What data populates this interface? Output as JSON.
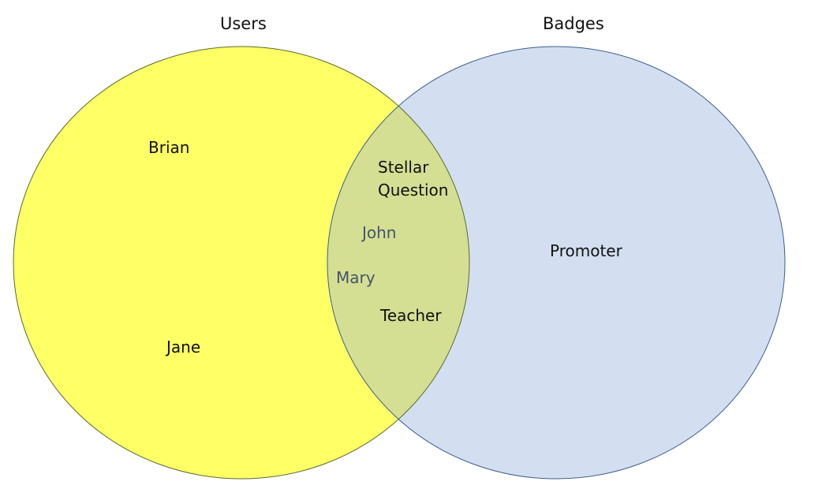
{
  "diagram": {
    "type": "venn",
    "sets": [
      {
        "id": "users",
        "title": "Users",
        "fill": "#ffff66",
        "stroke": "#5a6b2e",
        "only_items": [
          "Brian",
          "Jane"
        ]
      },
      {
        "id": "badges",
        "title": "Badges",
        "fill": "#d3dff1",
        "stroke": "#3e5f8f",
        "only_items": [
          "Promoter"
        ]
      }
    ],
    "intersection": {
      "fill": "#d4df94",
      "items": [
        "Stellar Question",
        "John",
        "Mary",
        "Teacher"
      ]
    }
  },
  "labels": {
    "users_title": "Users",
    "badges_title": "Badges",
    "brian": "Brian",
    "jane": "Jane",
    "promoter": "Promoter",
    "stellar": "Stellar",
    "question": "Question",
    "john": "John",
    "mary": "Mary",
    "teacher": "Teacher"
  }
}
